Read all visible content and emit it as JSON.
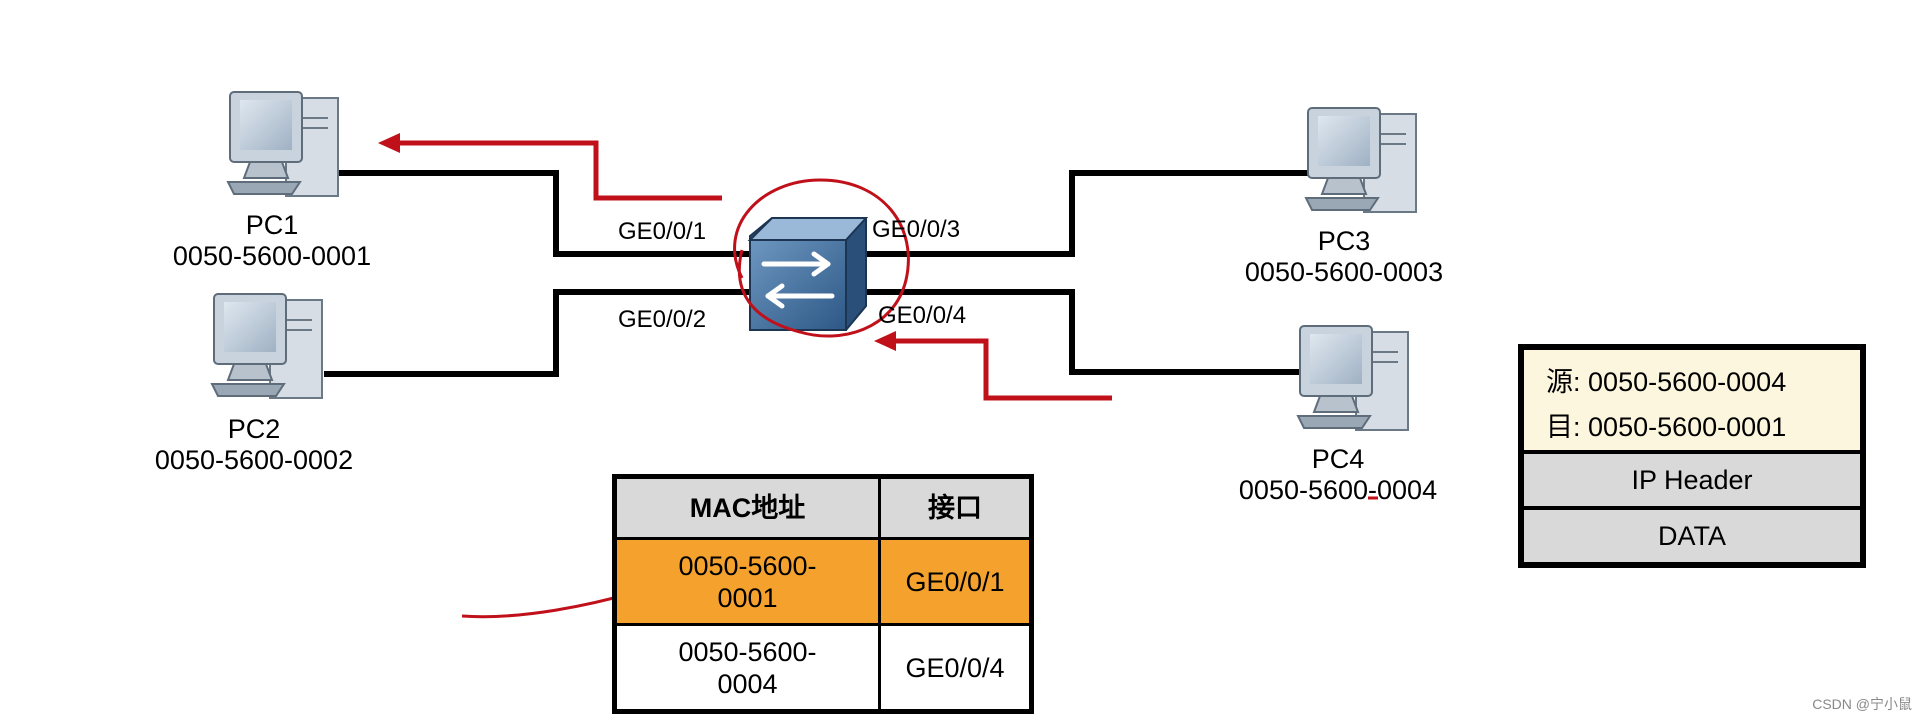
{
  "pcs": [
    {
      "name": "PC1",
      "mac": "0050-5600-0001"
    },
    {
      "name": "PC2",
      "mac": "0050-5600-0002"
    },
    {
      "name": "PC3",
      "mac": "0050-5600-0003"
    },
    {
      "name": "PC4",
      "mac": "0050-5600-0004"
    }
  ],
  "ports": [
    "GE0/0/1",
    "GE0/0/2",
    "GE0/0/3",
    "GE0/0/4"
  ],
  "mac_table": {
    "headers": [
      "MAC地址",
      "接口"
    ],
    "rows": [
      {
        "mac_line1": "0050-5600-",
        "mac_line2": "0001",
        "port": "GE0/0/1",
        "highlighted": true
      },
      {
        "mac_line1": "0050-5600-",
        "mac_line2": "0004",
        "port": "GE0/0/4",
        "highlighted": false
      }
    ]
  },
  "frame": {
    "src_label": "源:",
    "src_mac": "0050-5600-0004",
    "dst_label": "目:",
    "dst_mac": "0050-5600-0001",
    "ip_header": "IP Header",
    "data": "DATA"
  },
  "colors": {
    "link": "#000000",
    "annotation": "#c0101a",
    "highlight_row": "#f4a22d",
    "switch": "#3f6f9d"
  },
  "watermark": "CSDN @宁小鼠"
}
